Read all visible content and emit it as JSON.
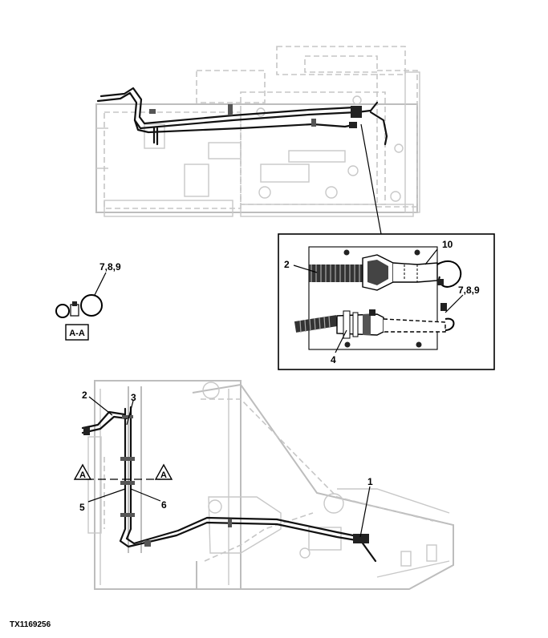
{
  "callouts": {
    "detail_10": "10",
    "detail_2": "2",
    "detail_789": "7,8,9",
    "detail_4": "4",
    "section_789": "7,8,9",
    "main_2": "2",
    "main_3": "3",
    "main_1": "1",
    "main_5": "5",
    "main_6": "6"
  },
  "section": {
    "label": "A-A",
    "marker_left": "A",
    "marker_right": "A"
  },
  "figure_id": "TX1169256"
}
